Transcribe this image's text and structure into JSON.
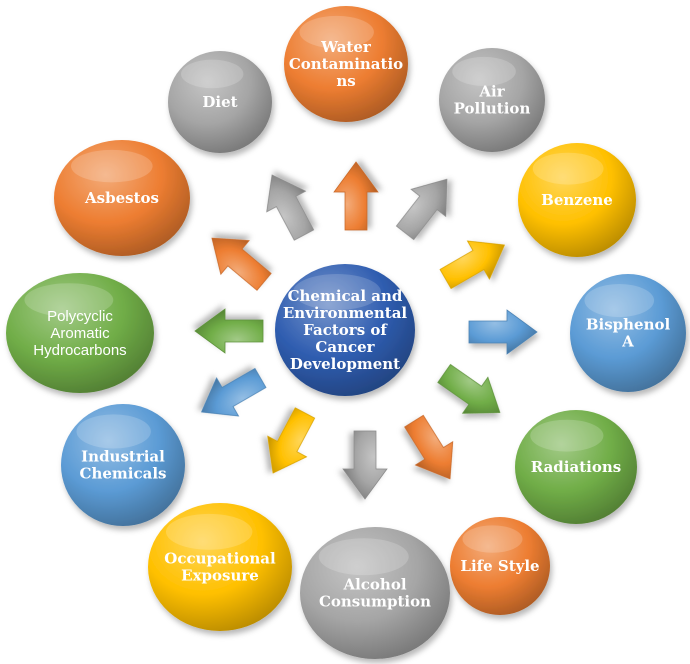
{
  "center": {
    "label_lines": [
      "Chemical and",
      "Environmental",
      "Factors of",
      "Cancer",
      "Development"
    ],
    "color": "#2F5DB0"
  },
  "nodes": [
    {
      "name": "node-water-contaminations",
      "lines": [
        "Water",
        "Contaminatio",
        "ns"
      ],
      "color": "#ED7D31"
    },
    {
      "name": "node-air-pollution",
      "lines": [
        "Air",
        "Pollution"
      ],
      "color": "#A5A5A5"
    },
    {
      "name": "node-benzene",
      "lines": [
        "Benzene"
      ],
      "color": "#FFC000"
    },
    {
      "name": "node-bisphenol-a",
      "lines": [
        "Bisphenol",
        "A"
      ],
      "color": "#5B9BD5"
    },
    {
      "name": "node-radiations",
      "lines": [
        "Radiations"
      ],
      "color": "#70AD47"
    },
    {
      "name": "node-life-style",
      "lines": [
        "Life Style"
      ],
      "color": "#ED7D31"
    },
    {
      "name": "node-alcohol-consumption",
      "lines": [
        "Alcohol",
        "Consumption"
      ],
      "color": "#A5A5A5"
    },
    {
      "name": "node-occupational-exposure",
      "lines": [
        "Occupational",
        "Exposure"
      ],
      "color": "#FFC000"
    },
    {
      "name": "node-industrial-chemicals",
      "lines": [
        "Industrial",
        "Chemicals"
      ],
      "color": "#5B9BD5"
    },
    {
      "name": "node-polycyclic-aromatic-hydrocarbons",
      "lines": [
        "Polycyclic",
        "Aromatic",
        "Hydrocarbons"
      ],
      "color": "#70AD47"
    },
    {
      "name": "node-asbestos",
      "lines": [
        "Asbestos"
      ],
      "color": "#ED7D31"
    },
    {
      "name": "node-diet",
      "lines": [
        "Diet"
      ],
      "color": "#A5A5A5"
    }
  ],
  "arrows": [
    {
      "name": "arrow-water-contaminations",
      "color": "#ED7D31"
    },
    {
      "name": "arrow-air-pollution",
      "color": "#A5A5A5"
    },
    {
      "name": "arrow-benzene",
      "color": "#FFC000"
    },
    {
      "name": "arrow-bisphenol-a",
      "color": "#5B9BD5"
    },
    {
      "name": "arrow-radiations",
      "color": "#70AD47"
    },
    {
      "name": "arrow-life-style",
      "color": "#ED7D31"
    },
    {
      "name": "arrow-alcohol-consumption",
      "color": "#A5A5A5"
    },
    {
      "name": "arrow-occupational-exposure",
      "color": "#FFC000"
    },
    {
      "name": "arrow-industrial-chemicals",
      "color": "#5B9BD5"
    },
    {
      "name": "arrow-polycyclic-aromatic-hydrocarbons",
      "color": "#70AD47"
    },
    {
      "name": "arrow-asbestos",
      "color": "#ED7D31"
    },
    {
      "name": "arrow-diet",
      "color": "#A5A5A5"
    }
  ]
}
